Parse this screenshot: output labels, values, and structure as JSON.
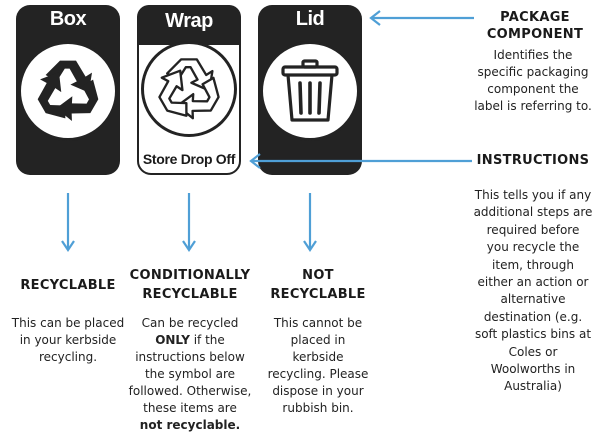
{
  "labels": {
    "box": {
      "title": "Box",
      "icon": "recycle-icon"
    },
    "wrap": {
      "title": "Wrap",
      "icon": "recycle-outline-icon",
      "instruction": "Store Drop Off"
    },
    "lid": {
      "title": "Lid",
      "icon": "trash-bin-icon"
    }
  },
  "package_component": {
    "heading_line1": "PACKAGE",
    "heading_line2": "COMPONENT",
    "text_lines": [
      "Identifies the",
      "specific packaging",
      "component the",
      "label is referring to."
    ]
  },
  "instructions": {
    "heading": "INSTRUCTIONS",
    "text_lines": [
      "This tells you if any",
      "additional steps are",
      "required before",
      "you recycle the",
      "item, through",
      "either an action or",
      "alternative",
      "destination (e.g.",
      "soft plastics bins at",
      "Coles or",
      "Woolworths in",
      "Australia)"
    ]
  },
  "categories": {
    "recyclable": {
      "heading": "RECYCLABLE",
      "text_lines": [
        "This can be placed",
        "in your kerbside",
        "recycling."
      ]
    },
    "conditional": {
      "heading_line1": "CONDITIONALLY",
      "heading_line2": "RECYCLABLE",
      "line1": "Can be recycled",
      "line2_bold": "ONLY",
      "line2_rest": " if the",
      "line3": "instructions below",
      "line4": "the symbol are",
      "line5": "followed. Otherwise,",
      "line6": "these items are",
      "line7_bold": "not recyclable."
    },
    "not_recyclable": {
      "heading_line1": "NOT",
      "heading_line2": "RECYCLABLE",
      "text_lines": [
        "This cannot be",
        "placed in",
        "kerbside",
        "recycling. Please",
        "dispose in your",
        "rubbish bin."
      ]
    }
  },
  "colors": {
    "arrow": "#4f9fd6",
    "label_dark": "#232323"
  }
}
